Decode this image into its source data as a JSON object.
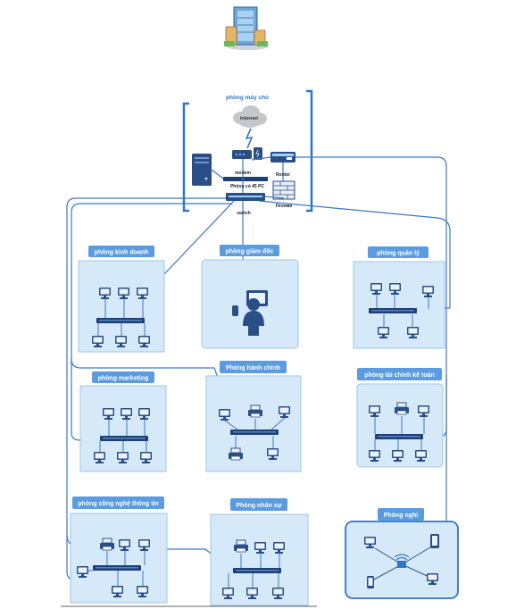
{
  "server_room": {
    "title": "phòng máy chủ",
    "internet": "internet",
    "modem": "modem",
    "router": "Router",
    "firewall": "Firewall",
    "server": "Phòng có 45 PC",
    "switch": "switch"
  },
  "rooms": {
    "kinh_doanh": "phòng kinh doanh",
    "giam_doc": "phòng giám đốc",
    "quan_ly": "phòng quản lý",
    "marketing": "phòng marketing",
    "hanh_chinh": "Phòng hành chính",
    "tai_chinh": "phòng tài chính kế toán",
    "cntt": "phòng công nghệ thông tin",
    "nhan_su": "Phòng nhân sự",
    "nghi": "Phòng nghỉ"
  },
  "colors": {
    "accent": "#2f75c8",
    "room_fill": "#d6e9f8",
    "title_fill": "#5b9be0",
    "device": "#2a4f86"
  }
}
